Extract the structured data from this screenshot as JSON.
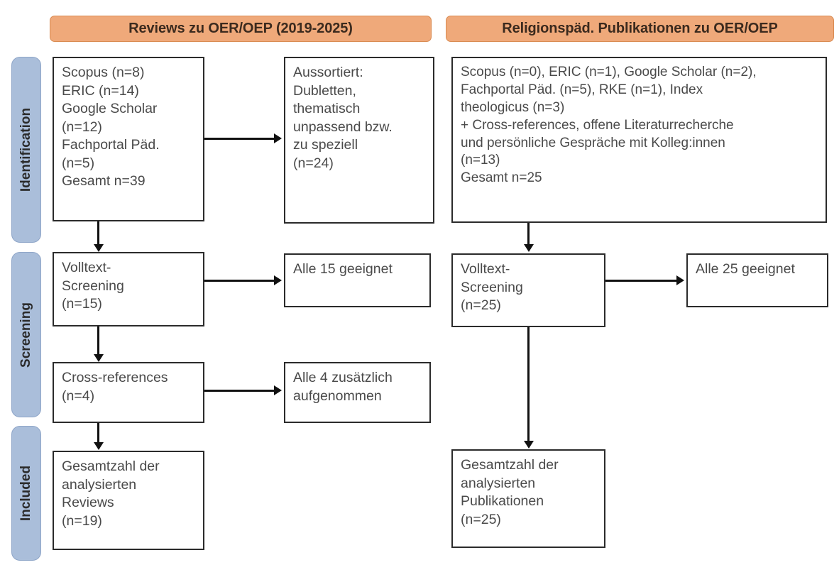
{
  "figure": {
    "type": "prisma-flow-diagram",
    "colors": {
      "header_fill": "#efa97a",
      "header_border": "#d98b52",
      "phase_fill": "#aabeda",
      "phase_border": "#8fa6c8",
      "box_border": "#2b2b2b",
      "text": "#4a4a4a"
    }
  },
  "headers": {
    "left": "Reviews zu OER/OEP (2019-2025)",
    "right": "Religionspäd. Publikationen zu OER/OEP"
  },
  "phases": [
    {
      "id": "identification",
      "label": "Identification"
    },
    {
      "id": "screening",
      "label": "Screening"
    },
    {
      "id": "included",
      "label": "Included"
    }
  ],
  "left_column": {
    "identification_sources": [
      "Scopus (n=8)",
      "ERIC (n=14)",
      "Google Scholar",
      "(n=12)",
      "Fachportal Päd.",
      "(n=5)",
      "Gesamt n=39"
    ],
    "excluded": [
      "Aussortiert:",
      "Dubletten,",
      "thematisch",
      "unpassend bzw.",
      "zu speziell",
      "(n=24)"
    ],
    "screening": [
      "Volltext-",
      "Screening",
      "(n=15)"
    ],
    "screening_result": [
      "Alle 15 geeignet"
    ],
    "cross_references": [
      "Cross-references",
      "(n=4)"
    ],
    "cross_references_result": [
      "Alle 4 zusätzlich",
      "aufgenommen"
    ],
    "included": [
      "Gesamtzahl der",
      "analysierten",
      "Reviews",
      "(n=19)"
    ]
  },
  "right_column": {
    "identification_sources": [
      "Scopus (n=0), ERIC (n=1), Google Scholar (n=2),",
      "Fachportal Päd. (n=5), RKE (n=1), Index",
      "theologicus (n=3)",
      "+ Cross-references, offene Literaturrecherche",
      "und persönliche Gespräche mit Kolleg:innen",
      "(n=13)",
      "Gesamt n=25"
    ],
    "screening": [
      "Volltext-",
      "Screening",
      "(n=25)"
    ],
    "screening_result": [
      "Alle 25 geeignet"
    ],
    "included": [
      "Gesamtzahl der",
      "analysierten",
      "Publikationen",
      "(n=25)"
    ]
  },
  "counts": {
    "left_scopus": 8,
    "left_eric": 14,
    "left_google_scholar": 12,
    "left_fachportal": 5,
    "left_total": 39,
    "left_excluded": 24,
    "left_fulltext_screening": 15,
    "left_cross_references": 4,
    "left_included": 19,
    "right_scopus": 0,
    "right_eric": 1,
    "right_google_scholar": 2,
    "right_fachportal": 5,
    "right_rke": 1,
    "right_index_theologicus": 3,
    "right_additional": 13,
    "right_total": 25,
    "right_fulltext_screening": 25,
    "right_included": 25
  }
}
